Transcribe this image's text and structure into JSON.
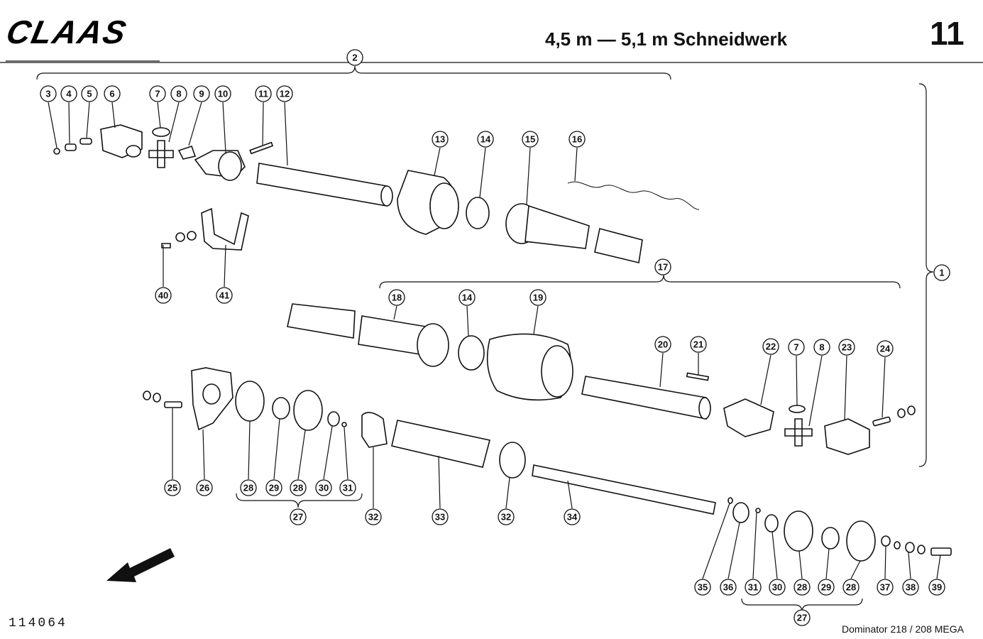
{
  "header": {
    "logo": "CLAAS",
    "title": "4,5 m — 5,1 m Schneidwerk",
    "page_number": "11"
  },
  "footer": {
    "drawing_number": "114064",
    "model": "Dominator 218 / 208 MEGA"
  },
  "callouts": {
    "c1": "1",
    "c2": "2",
    "c3": "3",
    "c4": "4",
    "c5": "5",
    "c6": "6",
    "c7a": "7",
    "c8a": "8",
    "c9": "9",
    "c10": "10",
    "c11": "11",
    "c12": "12",
    "c13": "13",
    "c14a": "14",
    "c15": "15",
    "c16": "16",
    "c17": "17",
    "c18": "18",
    "c14b": "14",
    "c19": "19",
    "c20": "20",
    "c21": "21",
    "c22": "22",
    "c7b": "7",
    "c8b": "8",
    "c23": "23",
    "c24": "24",
    "c40": "40",
    "c41": "41",
    "c25": "25",
    "c26": "26",
    "c28a": "28",
    "c29a": "29",
    "c28b": "28",
    "c30a": "30",
    "c31a": "31",
    "c27a": "27",
    "c32a": "32",
    "c33": "33",
    "c32b": "32",
    "c34": "34",
    "c35": "35",
    "c36": "36",
    "c31b": "31",
    "c30b": "30",
    "c28c": "28",
    "c29b": "29",
    "c28d": "28",
    "c37": "37",
    "c38": "38",
    "c39": "39",
    "c27b": "27"
  }
}
